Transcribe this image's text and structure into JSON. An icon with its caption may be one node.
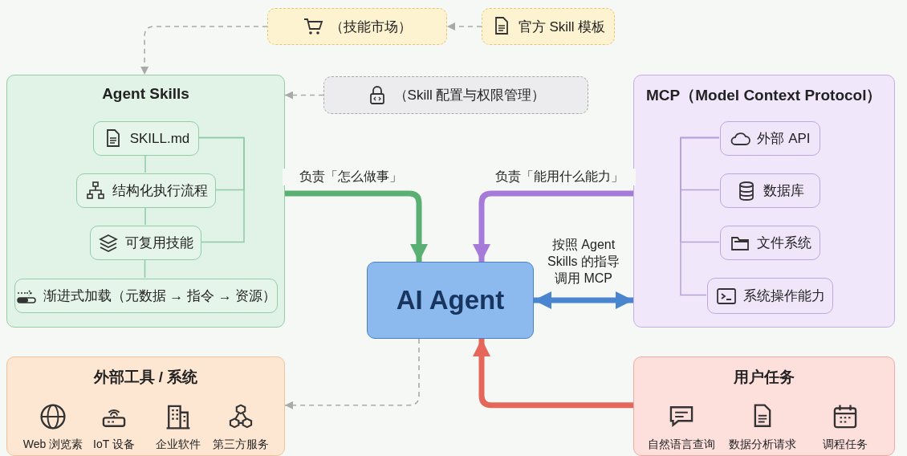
{
  "diagram": {
    "nodes": [
      {
        "text": [
          "（技能市场）"
        ]
      },
      {
        "text": [
          "官方 Skill 模板"
        ]
      },
      {
        "text": [
          "Agent Skills"
        ]
      },
      {
        "text": [
          "（Skill 配置与权限管理）"
        ]
      },
      {
        "text": [
          "SKILL.md"
        ],
        "in": 2
      },
      {
        "text": [
          "结构化执行流程"
        ],
        "in": 2
      },
      {
        "text": [
          "可复用技能"
        ],
        "in": 2
      },
      {
        "text": [
          "渐进式加载（元数据 → 指令 → 资源）"
        ],
        "in": 2
      },
      {
        "text": [
          "MCP（Model Context Protocol）"
        ]
      },
      {
        "text": [
          "外部 API"
        ],
        "in": 8
      },
      {
        "text": [
          "数据库"
        ],
        "in": 8
      },
      {
        "text": [
          "文件系统"
        ],
        "in": 8
      },
      {
        "text": [
          "系统操作能力"
        ],
        "in": 8
      },
      {
        "text": [
          "AI Agent"
        ]
      },
      {
        "text": [
          "外部工具 / 系统"
        ]
      },
      {
        "text": [
          "用户任务"
        ]
      }
    ],
    "edges": [
      {
        "from": 1,
        "to": 0,
        "arrow": "to",
        "style": "dashed"
      },
      {
        "from": 0,
        "to": 2,
        "arrow": "to",
        "style": "dashed"
      },
      {
        "from": 3,
        "to": 2,
        "arrow": "to",
        "style": "dashed"
      },
      {
        "from": 2,
        "to": 13,
        "arrow": "to",
        "style": "thick",
        "color": "#5aaf72",
        "label": "负责「怎么做事」"
      },
      {
        "from": 8,
        "to": 13,
        "arrow": "to",
        "style": "thick",
        "color": "#a57ad8",
        "label": "负责「能用什么能力」"
      },
      {
        "from": 13,
        "to": 8,
        "arrow": "both",
        "style": "thick",
        "color": "#4a86d0",
        "label": "按照 Agent Skills 的指导调用 MCP"
      },
      {
        "from": 15,
        "to": 13,
        "arrow": "to",
        "style": "thick",
        "color": "#e5675b"
      },
      {
        "from": 13,
        "to": 14,
        "arrow": "to",
        "style": "dashed"
      },
      {
        "from": 4,
        "to": 5,
        "arrow": "none",
        "color": "#8fcca4"
      },
      {
        "from": 5,
        "to": 6,
        "arrow": "none",
        "color": "#8fcca4"
      },
      {
        "from": 6,
        "to": 7,
        "arrow": "none",
        "color": "#8fcca4"
      },
      {
        "from": 4,
        "to": 6,
        "arrow": "none",
        "color": "#8fcca4"
      },
      {
        "from": 5,
        "to": 4,
        "arrow": "none",
        "color": "#8fcca4"
      },
      {
        "from": 9,
        "to": 10,
        "arrow": "none",
        "color": "#b9a0dc"
      },
      {
        "from": 9,
        "to": 11,
        "arrow": "none",
        "color": "#b9a0dc"
      },
      {
        "from": 9,
        "to": 12,
        "arrow": "none",
        "color": "#b9a0dc"
      }
    ],
    "labels": [
      "Web 浏览素",
      "IoT 设备",
      "企业软件",
      "第三方服务",
      "自然语言查询",
      "数据分析请求",
      "调程任务"
    ]
  }
}
